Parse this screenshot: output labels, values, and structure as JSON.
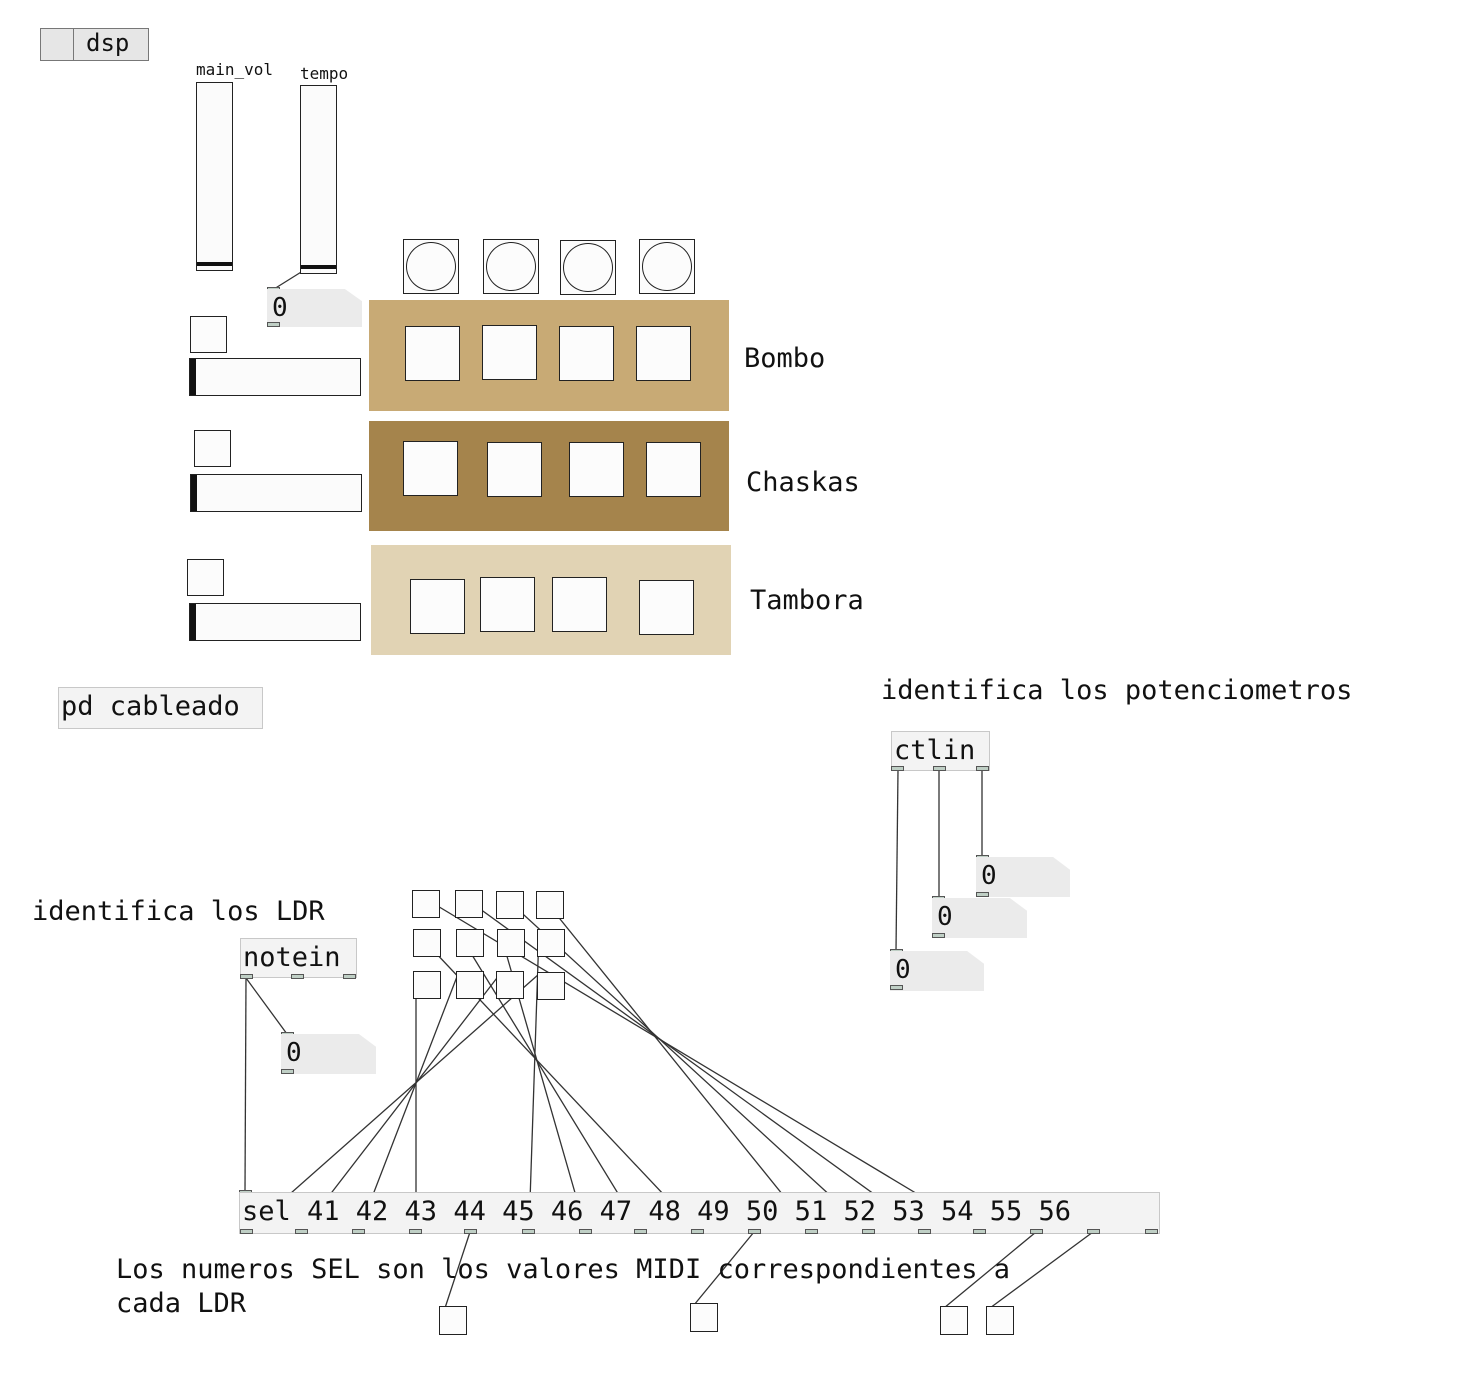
{
  "dsp": {
    "label": "dsp"
  },
  "sliders": {
    "main_vol_label": "main_vol",
    "tempo_label": "tempo",
    "main_vol_level": 0,
    "tempo_level": 0
  },
  "tempo_number": "0",
  "rows": [
    {
      "label": "Bombo",
      "color": "#c8aa75",
      "volume": 0
    },
    {
      "label": "Chaskas",
      "color": "#a5844c",
      "volume": 0
    },
    {
      "label": "Tambora",
      "color": "#e1d3b4",
      "volume": 0
    }
  ],
  "pd_cableado": "pd cableado",
  "potenciometros": {
    "comment": "identifica los potenciometros",
    "object": "ctlin",
    "numbers": [
      "0",
      "0",
      "0"
    ]
  },
  "ldr": {
    "comment": "identifica los LDR",
    "object": "notein",
    "number": "0",
    "sel": "sel 41 42 43 44 45 46 47 48 49 50 51 52 53 54 55 56",
    "note_line1": "Los numeros SEL son los valores MIDI correspondientes a",
    "note_line2": "cada LDR"
  },
  "icons": {
    "bang": "bang-circle-icon",
    "toggle": "toggle-icon"
  }
}
